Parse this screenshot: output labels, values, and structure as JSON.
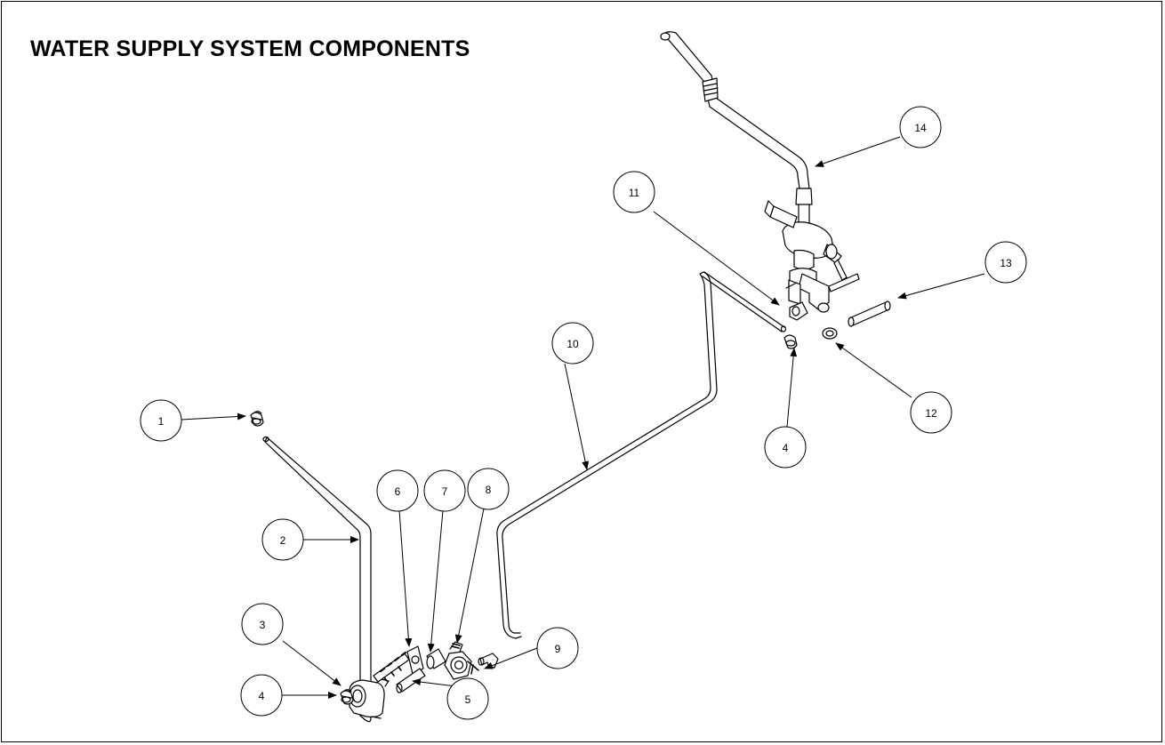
{
  "title": "WATER SUPPLY SYSTEM COMPONENTS",
  "callouts": [
    {
      "id": "c1",
      "label": "1"
    },
    {
      "id": "c2",
      "label": "2"
    },
    {
      "id": "c3",
      "label": "3"
    },
    {
      "id": "c4a",
      "label": "4"
    },
    {
      "id": "c5",
      "label": "5"
    },
    {
      "id": "c6",
      "label": "6"
    },
    {
      "id": "c7",
      "label": "7"
    },
    {
      "id": "c8",
      "label": "8"
    },
    {
      "id": "c9",
      "label": "9"
    },
    {
      "id": "c10",
      "label": "10"
    },
    {
      "id": "c11",
      "label": "11"
    },
    {
      "id": "c12",
      "label": "12"
    },
    {
      "id": "c13",
      "label": "13"
    },
    {
      "id": "c4b",
      "label": "4"
    },
    {
      "id": "c14",
      "label": "14"
    }
  ]
}
